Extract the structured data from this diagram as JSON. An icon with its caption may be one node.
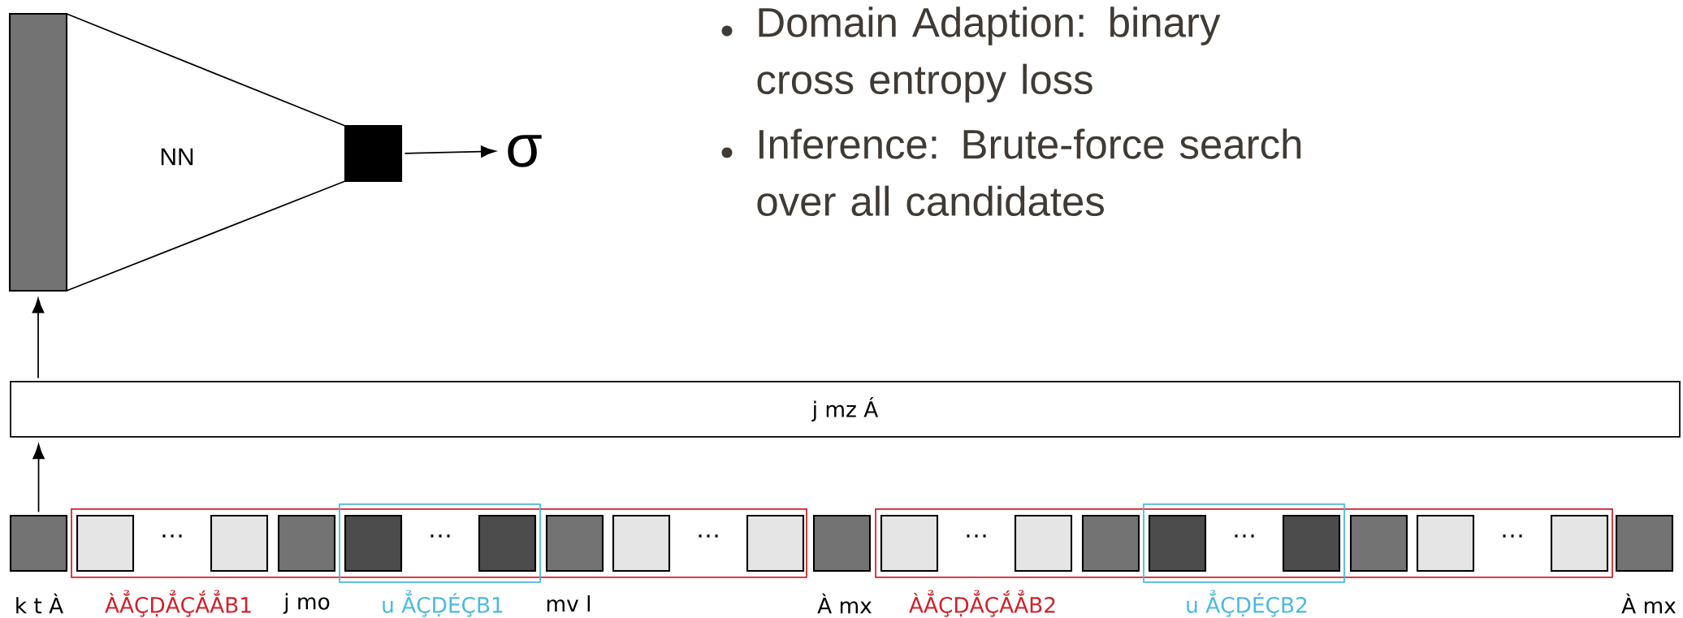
{
  "diagram": {
    "nodes": [
      {
        "text": [],
        "shape": "bar"
      },
      {
        "text": [
          "NN"
        ]
      },
      {
        "text": [],
        "shape": "box"
      },
      {
        "text": [
          "σ"
        ]
      },
      {
        "text": [
          "j mz Á"
        ]
      },
      {
        "text": [],
        "shape": "square",
        "beside": [
          "k t À"
        ]
      }
    ],
    "edges": [
      {
        "from": 5,
        "to": 4,
        "arrow": "to"
      },
      {
        "from": 4,
        "to": 0,
        "arrow": "to"
      },
      {
        "from": 2,
        "to": 3,
        "arrow": "to"
      }
    ],
    "labels": [
      "Domain Adaption: binary cross entropy loss",
      "Inference: Brute-force search over all candidates",
      "ÀẲÇḌẲÇẮẲB1",
      "j mo",
      "u ẲÇḌÉÇB1",
      "mv l",
      "À mx",
      "ÀẲÇḌẲÇẮẲB2",
      "u ẲÇḌÉÇB2",
      "À mx",
      "…",
      "…",
      "…",
      "…",
      "…",
      "…"
    ]
  }
}
